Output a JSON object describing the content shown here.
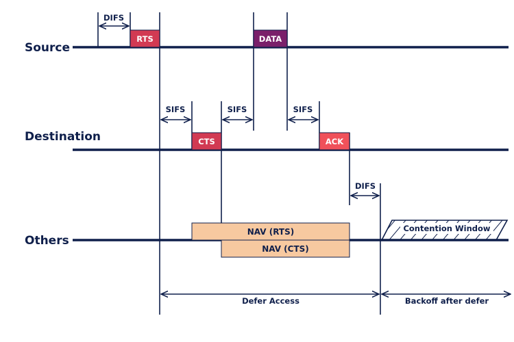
{
  "rows": {
    "source": "Source",
    "destination": "Destination",
    "others": "Others"
  },
  "frames": {
    "rts": "RTS",
    "data": "DATA",
    "cts": "CTS",
    "ack": "ACK"
  },
  "intervals": {
    "difs_source": "DIFS",
    "sifs_1": "SIFS",
    "sifs_2": "SIFS",
    "sifs_3": "SIFS",
    "difs_others": "DIFS"
  },
  "nav": {
    "rts": "NAV (RTS)",
    "cts": "NAV (CTS)"
  },
  "contention_window": "Contention Window",
  "bottom": {
    "defer_access": "Defer Access",
    "backoff": "Backoff after defer"
  },
  "colors": {
    "line": "#0f1f4b",
    "rts": "#d23a53",
    "data": "#7a1f6a",
    "cts": "#d23a53",
    "ack": "#f0515a",
    "nav_fill": "#f7c9a0"
  }
}
